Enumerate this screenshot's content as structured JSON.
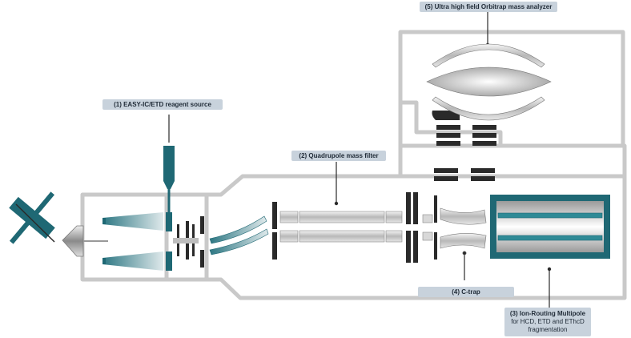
{
  "labels": {
    "reagent_source": "(1) EASY-IC/ETD reagent source",
    "quadrupole": "(2) Quadrupole mass filter",
    "ion_routing_title": "(3) Ion-Routing Multipole",
    "ion_routing_sub": "for HCD, ETD and EThcD fragmentation",
    "c_trap": "(4) C-trap",
    "orbitrap": "(5) Ultra high field Orbitrap mass analyzer"
  },
  "colors": {
    "housing": "#c9c9c9",
    "teal": "#1f6874",
    "dark": "#2a2a2a",
    "label_bg": "#c8d2dc"
  }
}
